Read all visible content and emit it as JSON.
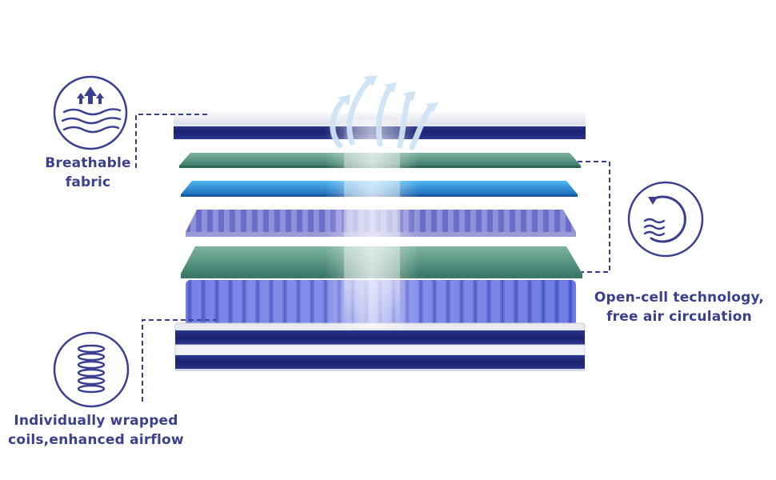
{
  "features": {
    "breathable": {
      "line1": "Breathable",
      "line2": "fabric",
      "icon": "breathable-fabric-icon"
    },
    "open_cell": {
      "line1": "Open-cell technology,",
      "line2": "free air circulation",
      "icon": "air-circulation-icon"
    },
    "coils": {
      "line1": "Individually wrapped",
      "line2": "coils,enhanced airflow",
      "icon": "coil-spring-icon"
    }
  },
  "colors": {
    "accent": "#3a3f8f",
    "navy_border": "#1f2a7a",
    "green_foam": "#5f9a8a",
    "blue_foam": "#2d8fd6",
    "purple_foam": "#7670c0",
    "coil_blue": "#4a56c8"
  }
}
